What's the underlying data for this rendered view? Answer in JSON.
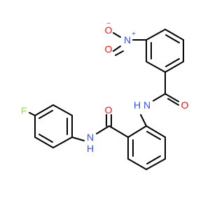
{
  "molecule": {
    "atoms": {
      "nitro_o_minus": {
        "text": "O",
        "charge": "−",
        "color": "#ff0d0d"
      },
      "nitro_n_plus": {
        "text": "N",
        "charge": "+",
        "color": "#3050f8"
      },
      "nitro_o_double": {
        "text": "O",
        "color": "#ff0d0d"
      },
      "amide1_nh": {
        "text": "N",
        "h": "H",
        "color": "#3050f8"
      },
      "amide1_o": {
        "text": "O",
        "color": "#ff0d0d"
      },
      "amide2_o": {
        "text": "O",
        "color": "#ff0d0d"
      },
      "amide2_nh": {
        "text": "N",
        "h": "H",
        "color": "#3050f8"
      },
      "fluorine": {
        "text": "F",
        "color": "#90e050"
      }
    }
  }
}
